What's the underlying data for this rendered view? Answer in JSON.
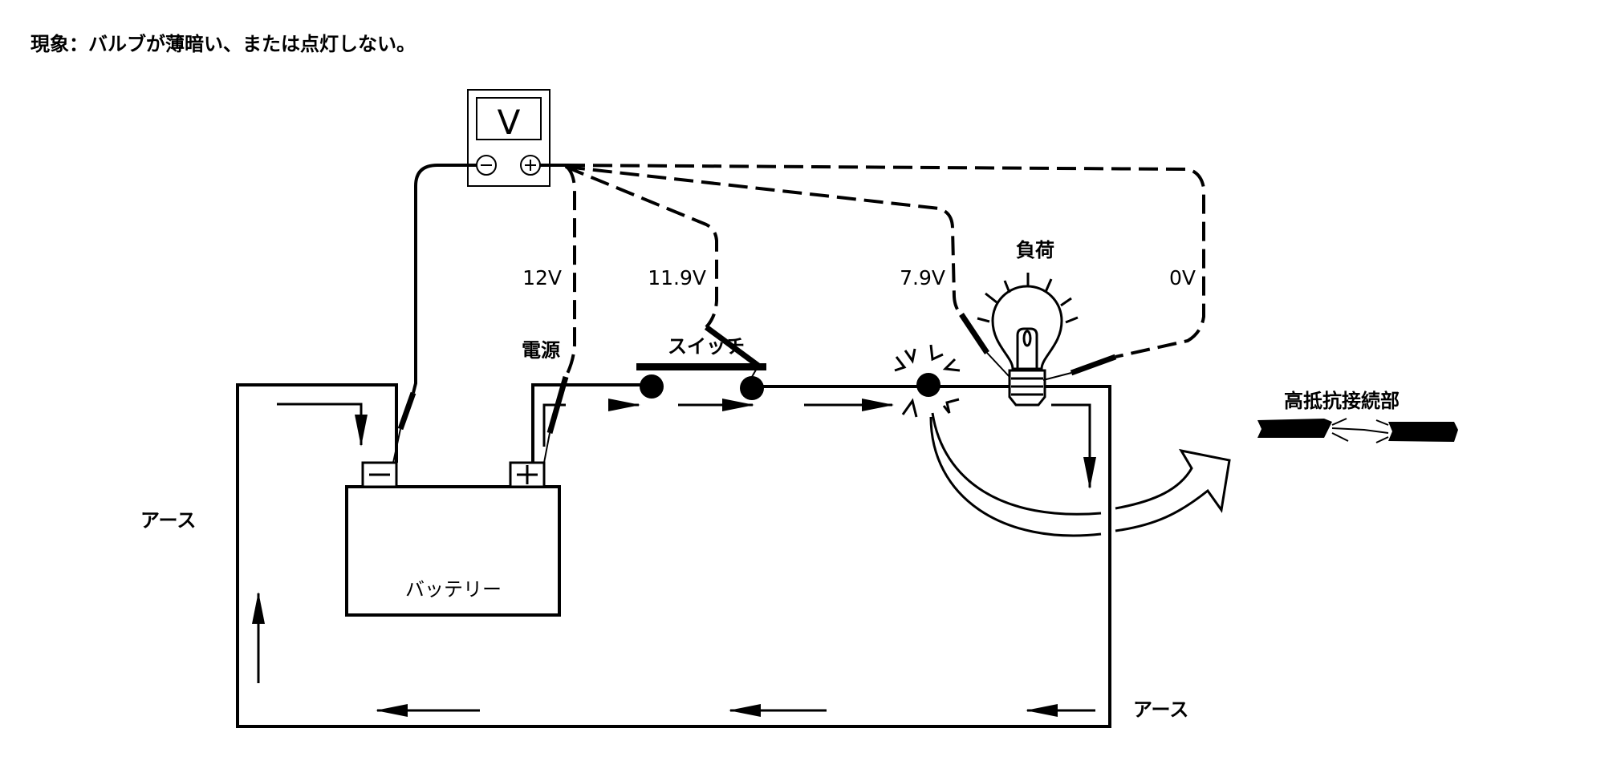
{
  "title": "現象：バルブが薄暗い、または点灯しない。",
  "voltmeter": {
    "display": "V",
    "negative_symbol": "−",
    "positive_symbol": "+"
  },
  "labels": {
    "power_source": "電源",
    "switch": "スイッチ",
    "load": "負荷",
    "battery": "バッテリー",
    "ground_left": "アース",
    "ground_right": "アース",
    "high_resistance": "高抵抗接続部"
  },
  "battery_terminals": {
    "negative": "−",
    "positive": "+"
  },
  "readings": [
    {
      "point": "battery-positive",
      "value": "12V"
    },
    {
      "point": "switch-output",
      "value": "11.9V"
    },
    {
      "point": "load-input",
      "value": "7.9V"
    },
    {
      "point": "load-output",
      "value": "0V"
    }
  ],
  "colors": {
    "ink": "#000000",
    "background": "#ffffff"
  }
}
